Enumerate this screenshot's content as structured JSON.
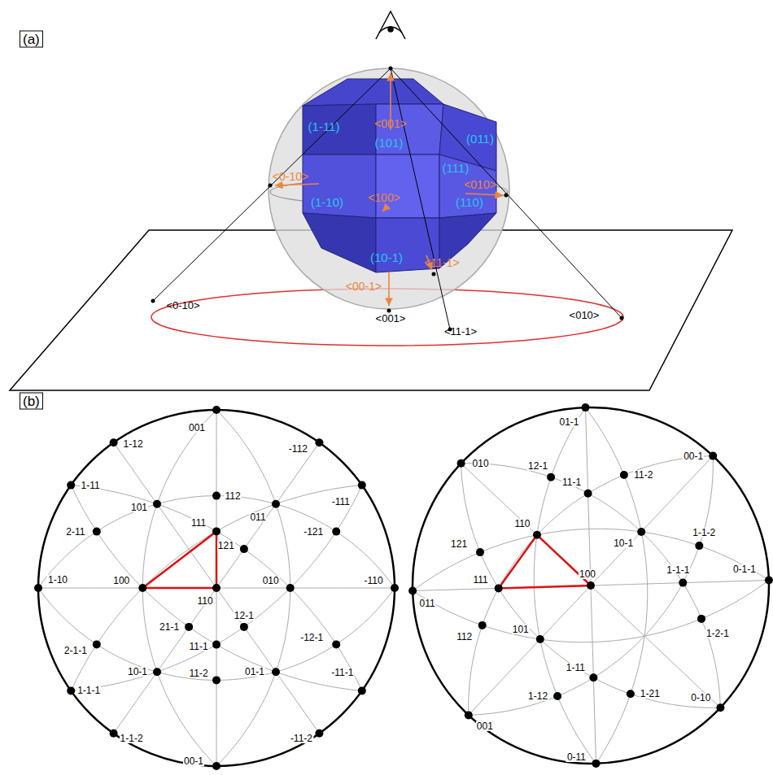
{
  "diagram": {
    "labels": [
      "(a)",
      "<001>",
      "(1-11)",
      "(101)",
      "(011)",
      "(111)",
      "<0-10>",
      "<010>",
      "(1-10)",
      "<100>",
      "(110)",
      "(10-1)",
      "<11-1>",
      "<00-1>",
      "<0-10>",
      "<001>",
      "<11-1>",
      "<010>",
      "(b)",
      "001",
      "1-12",
      "-112",
      "1-11",
      "101",
      "112",
      "011",
      "-111",
      "2-11",
      "111",
      "121",
      "-121",
      "1-10",
      "100",
      "110",
      "010",
      "-110",
      "21-1",
      "12-1",
      "-12-1",
      "11-1",
      "2-1-1",
      "10-1",
      "11-2",
      "01-1",
      "-11-1",
      "1-1-1",
      "1-1-2",
      "-11-2",
      "00-1",
      "01-1",
      "010",
      "00-1",
      "12-1",
      "11-1",
      "11-2",
      "110",
      "10-1",
      "1-1-2",
      "121",
      "111",
      "100",
      "1-1-1",
      "0-1-1",
      "1-2-1",
      "1-11",
      "101",
      "112",
      "011",
      "1-12",
      "1-21",
      "0-10",
      "001",
      "0-11"
    ]
  }
}
